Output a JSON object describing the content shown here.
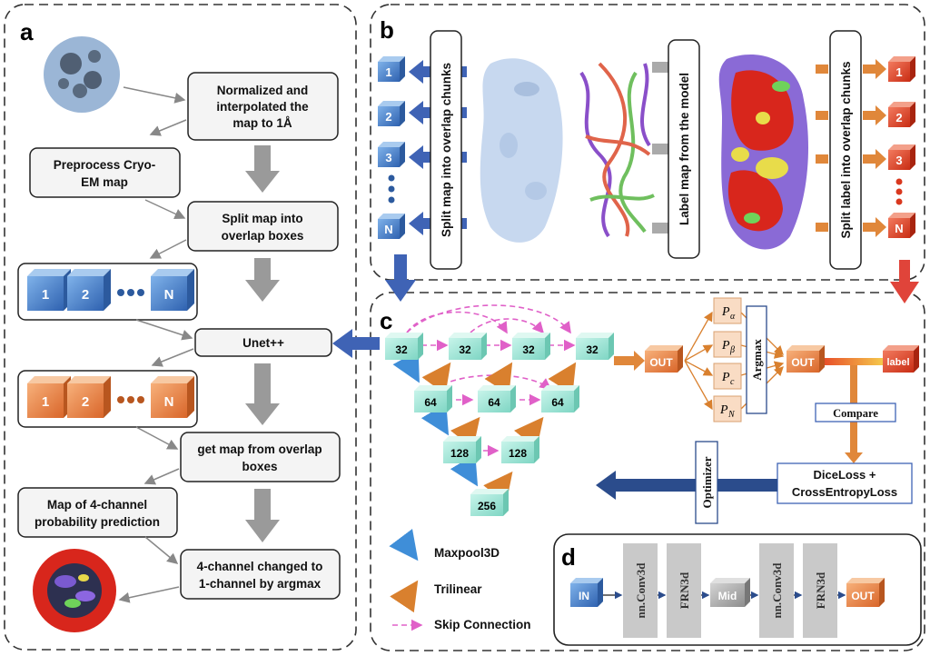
{
  "panels": {
    "a": "a",
    "b": "b",
    "c": "c",
    "d": "d"
  },
  "panel_a": {
    "step1": [
      "Normalized and",
      "interpolated the",
      "map to 1Å"
    ],
    "preprocess": [
      "Preprocess Cryo-",
      "EM map"
    ],
    "step2": [
      "Split map into",
      "overlap boxes"
    ],
    "blue_chunks": [
      "1",
      "2",
      "N"
    ],
    "unet": "Unet++",
    "orange_chunks": [
      "1",
      "2",
      "N"
    ],
    "step3": [
      "get map from overlap",
      "boxes"
    ],
    "prob_map": [
      "Map of 4-channel",
      "probability prediction"
    ],
    "step4": [
      "4-channel changed to",
      "1-channel by argmax"
    ]
  },
  "panel_b": {
    "split_map": "Split map into overlap chunks",
    "label_model": "Label map from the model",
    "split_label": "Split label into overlap chunks",
    "blue_cubes": [
      "1",
      "2",
      "3",
      "N"
    ],
    "red_cubes": [
      "1",
      "2",
      "3",
      "N"
    ]
  },
  "panel_c": {
    "nodes": [
      "32",
      "32",
      "32",
      "32",
      "64",
      "64",
      "64",
      "128",
      "128",
      "256"
    ],
    "out1": "OUT",
    "p_labels": [
      "P",
      "P",
      "P",
      "P"
    ],
    "p_subs": [
      "α",
      "β",
      "c",
      "N"
    ],
    "argmax": "Argmax",
    "out2": "OUT",
    "label": "label",
    "compare": "Compare",
    "loss": [
      "DiceLoss +",
      "CrossEntropyLoss"
    ],
    "optimizer": "Optimizer",
    "legend": [
      "Maxpool3D",
      "Trilinear",
      "Skip Connection"
    ]
  },
  "panel_d": {
    "in": "IN",
    "conv1": "nn.Conv3d",
    "frn1": "FRN3d",
    "mid": "Mid",
    "conv2": "nn.Conv3d",
    "frn2": "FRN3d",
    "out": "OUT"
  },
  "colors": {
    "blue_cube": "#3d7cc9",
    "orange_cube": "#e07a2e",
    "red_cube": "#d9381e",
    "teal_node": "#9ee6d6",
    "arrow_gray": "#9a9a9a",
    "arrow_blue": "#3f63b5",
    "arrow_red": "#e0443a",
    "arrow_orange": "#e0873a",
    "skip_pink": "#e060c8"
  }
}
